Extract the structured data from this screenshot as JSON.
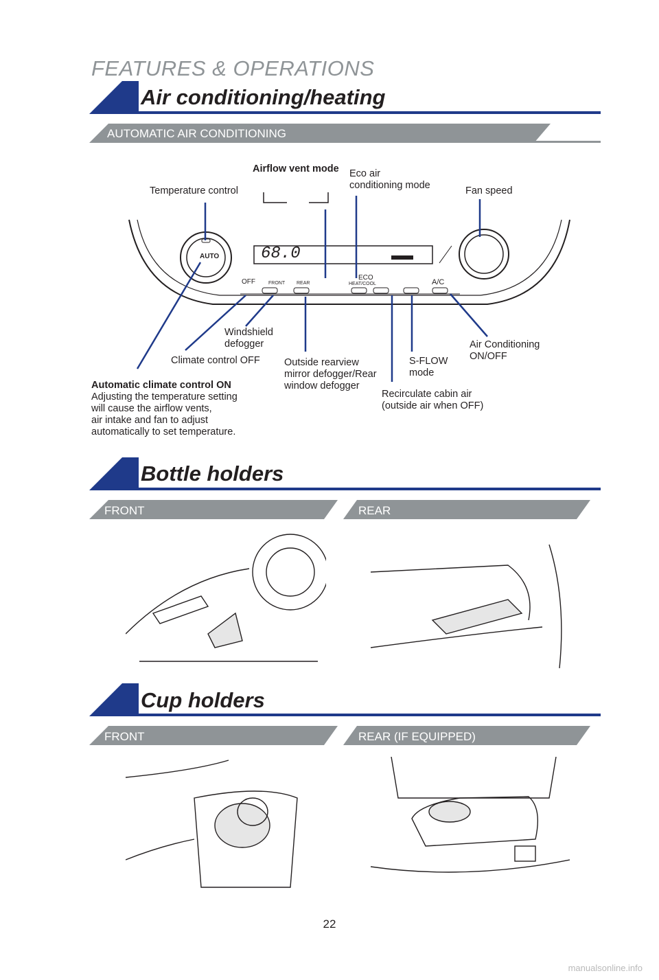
{
  "header": {
    "eyebrow": "FEATURES & OPERATIONS"
  },
  "colors": {
    "accent": "#1f3a8a",
    "subbar": "#8f9497",
    "leader": "#1f3a8a"
  },
  "ac_section": {
    "title": "Air conditioning/heating",
    "subheading": "AUTOMATIC AIR CONDITIONING",
    "panel": {
      "display_temp": "68.0",
      "buttons": [
        "OFF",
        "FRONT",
        "REAR",
        "ECO",
        "HEAT/COOL",
        "A/C"
      ],
      "auto_label": "AUTO"
    },
    "callouts": {
      "temperature_control": "Temperature control",
      "airflow_vent_mode": "Airflow vent mode",
      "eco_air_line1": "Eco air",
      "eco_air_line2": "conditioning mode",
      "fan_speed": "Fan speed",
      "windshield_line1": "Windshield",
      "windshield_line2": "defogger",
      "climate_off": "Climate control OFF",
      "outside_line1": "Outside rearview",
      "outside_line2": "mirror defogger/Rear",
      "outside_line3": "window defogger",
      "sflow_line1": "S-FLOW",
      "sflow_line2": "mode",
      "ac_onoff_line1": "Air Conditioning",
      "ac_onoff_line2": "ON/OFF",
      "recirc_line1": "Recirculate cabin air",
      "recirc_line2": "(outside air when OFF)",
      "auto_title": "Automatic climate control ON",
      "auto_line1": "Adjusting the temperature setting",
      "auto_line2": "will cause the airflow vents,",
      "auto_line3": "air intake and fan to adjust",
      "auto_line4": "automatically to set temperature."
    }
  },
  "bottle_section": {
    "title": "Bottle holders",
    "front": "FRONT",
    "rear": "REAR"
  },
  "cup_section": {
    "title": "Cup holders",
    "front": "FRONT",
    "rear": "REAR (IF EQUIPPED)"
  },
  "page_number": "22",
  "footer": "manualsonline.info"
}
